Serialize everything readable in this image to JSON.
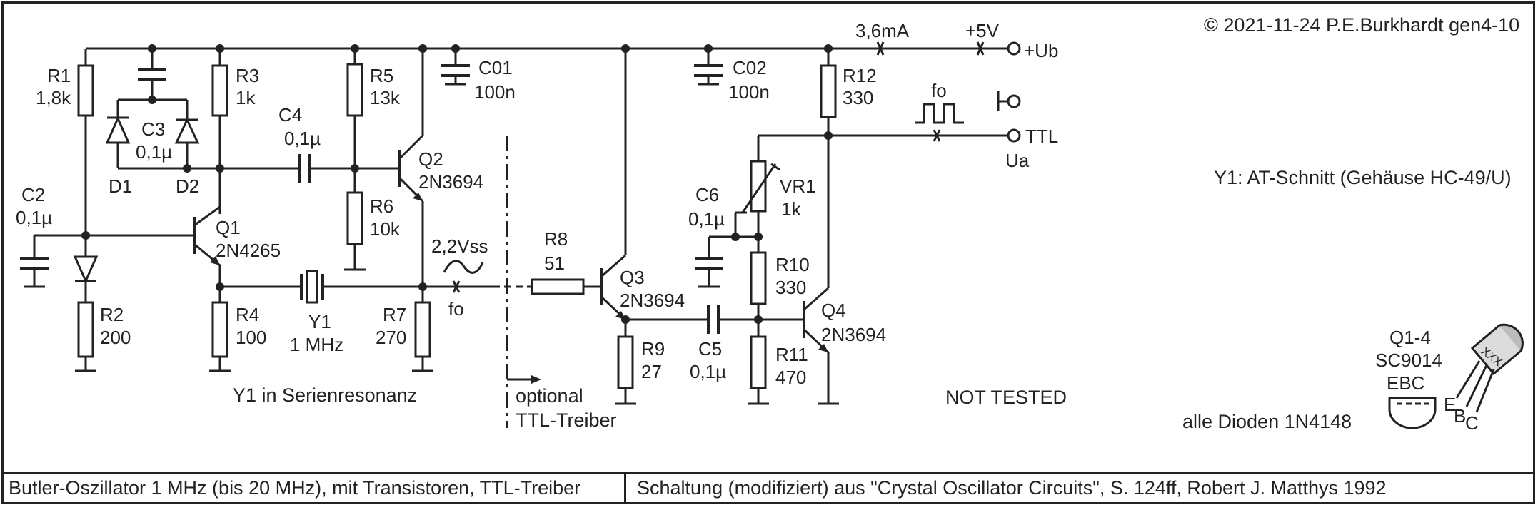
{
  "copyright": "© 2021-11-24 P.E.Burkhardt gen4-10",
  "title": "Butler-Oszillator 1 MHz (bis 20 MHz), mit Transistoren, TTL-Treiber",
  "source": "Schaltung (modifiziert) aus \"Crystal Oscillator Circuits\", S. 124ff, Robert J. Matthys 1992",
  "notes": {
    "crystal": "Y1: AT-Schnitt (Gehäuse HC-49/U)",
    "series_resonance": "Y1 in Serienresonanz",
    "not_tested": "NOT TESTED",
    "diodes": "alle Dioden 1N4148",
    "optional_line1": "optional",
    "optional_line2": "TTL-Treiber"
  },
  "supply": {
    "current": "3,6mA",
    "voltage": "+5V",
    "terminal": "+Ub"
  },
  "output": {
    "fo_top": "fo",
    "ttl": "TTL",
    "ua": "Ua"
  },
  "signal": {
    "amplitude": "2,2Vss",
    "fo": "fo"
  },
  "package": {
    "name": "Q1-4",
    "type": "SC9014",
    "pinout": "EBC",
    "marking": "XXX",
    "pin_e": "E",
    "pin_b": "B",
    "pin_c": "C"
  },
  "components": {
    "R1": {
      "name": "R1",
      "value": "1,8k"
    },
    "R2": {
      "name": "R2",
      "value": "200"
    },
    "R3": {
      "name": "R3",
      "value": "1k"
    },
    "R4": {
      "name": "R4",
      "value": "100"
    },
    "R5": {
      "name": "R5",
      "value": "13k"
    },
    "R6": {
      "name": "R6",
      "value": "10k"
    },
    "R7": {
      "name": "R7",
      "value": "270"
    },
    "R8": {
      "name": "R8",
      "value": "51"
    },
    "R9": {
      "name": "R9",
      "value": "27"
    },
    "R10": {
      "name": "R10",
      "value": "330"
    },
    "R11": {
      "name": "R11",
      "value": "470"
    },
    "R12": {
      "name": "R12",
      "value": "330"
    },
    "VR1": {
      "name": "VR1",
      "value": "1k"
    },
    "C01": {
      "name": "C01",
      "value": "100n"
    },
    "C02": {
      "name": "C02",
      "value": "100n"
    },
    "C2": {
      "name": "C2",
      "value": "0,1µ"
    },
    "C3": {
      "name": "C3",
      "value": "0,1µ"
    },
    "C4": {
      "name": "C4",
      "value": "0,1µ"
    },
    "C5": {
      "name": "C5",
      "value": "0,1µ"
    },
    "C6": {
      "name": "C6",
      "value": "0,1µ"
    },
    "D1": {
      "name": "D1"
    },
    "D2": {
      "name": "D2"
    },
    "Q1": {
      "name": "Q1",
      "type": "2N4265"
    },
    "Q2": {
      "name": "Q2",
      "type": "2N3694"
    },
    "Q3": {
      "name": "Q3",
      "type": "2N3694"
    },
    "Q4": {
      "name": "Q4",
      "type": "2N3694"
    },
    "Y1": {
      "name": "Y1",
      "value": "1 MHz"
    }
  }
}
